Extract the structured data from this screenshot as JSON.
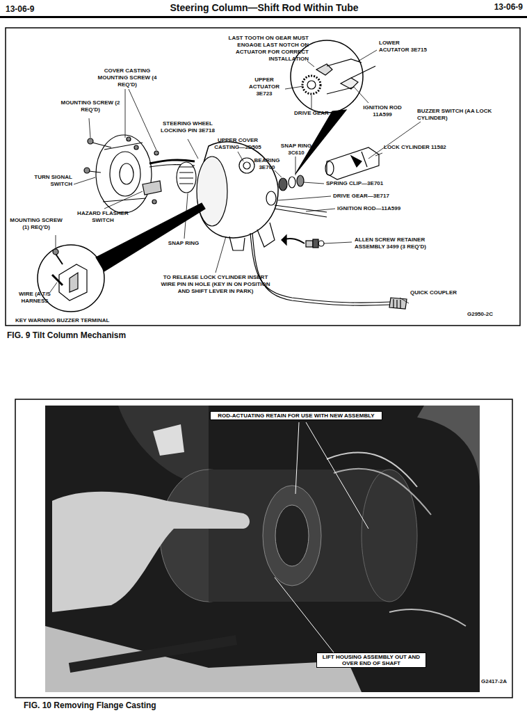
{
  "diagram": {
    "title": "Steering Column—Shift Rod Within Tube",
    "nodes": [
      {
        "text": [
          "ROD-ACTUATING RETAIN FOR USE WITH NEW ASSEMBLY"
        ]
      },
      {
        "text": [
          "LIFT HOUSING ASSEMBLY OUT AND OVER END OF SHAFT"
        ]
      }
    ],
    "labels": [
      "13-06-9",
      "13-06-9",
      "LAST TOOTH ON GEAR MUST ENGAGE LAST NOTCH ON ACTUATOR FOR CORRECT INSTALLATION",
      "LOWER ACUTATOR 3E715",
      "COVER CASTING MOUNTING SCREW (4 REQ'D)",
      "MOUNTING SCREW (2 REQ'D)",
      "UPPER ACTUATOR 3E723",
      "DRIVE GEAR",
      "IGNITION ROD 11A599",
      "BUZZER SWITCH (AA LOCK CYLINDER)",
      "STEERING WHEEL LOCKING PIN 3E718",
      "UPPER COVER CASTING—3D505",
      "SNAP RING 3C610",
      "LOCK CYLINDER 11582",
      "BEARING 3E700",
      "SPRING CLIP—3E701",
      "DRIVE GEAR—3E717",
      "IGNITION ROD—11A599",
      "TURN SIGNAL SWITCH",
      "HAZARD FLASHER SWITCH",
      "MOUNTING SCREW (1) REQ'D)",
      "SNAP RING",
      "ALLEN SCREW RETAINER ASSEMBLY 3499 (3 REQ'D)",
      "TO RELEASE LOCK CYLINDER INSERT WIRE PIN IN HOLE (KEY IN ON POSITION AND SHIFT LEVER IN PARK)",
      "WIRE (A T/S HARNESS",
      "QUICK COUPLER",
      "KEY WARNING BUZZER TERMINAL",
      "G2950-2C",
      "FIG. 9 Tilt Column Mechanism",
      "FIG. 10 Removing Flange Casting",
      "G2417-2A"
    ]
  }
}
